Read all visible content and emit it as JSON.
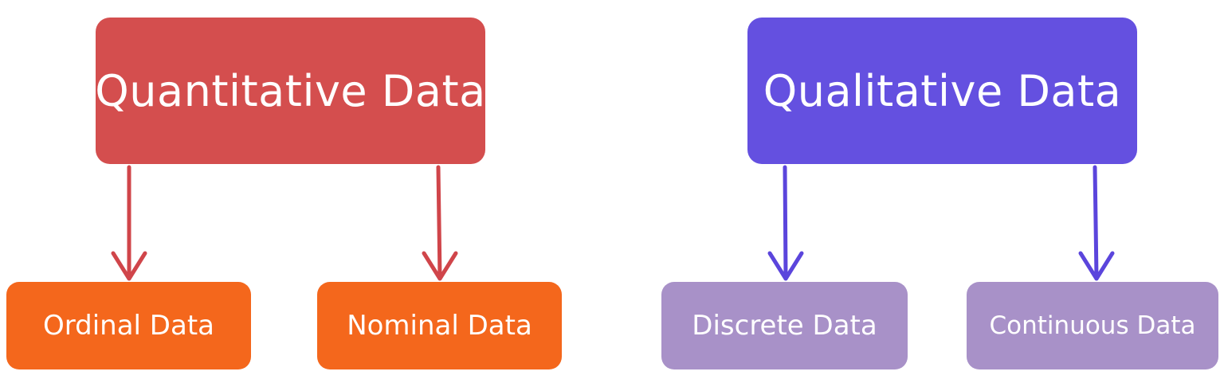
{
  "groups": [
    {
      "title": "Quantitative Data",
      "color": "#d44e4e",
      "arrow_color": "#d0454a",
      "children": [
        {
          "label": "Ordinal Data",
          "color": "#f4671c"
        },
        {
          "label": "Nominal Data",
          "color": "#f4671c"
        }
      ]
    },
    {
      "title": "Qualitative Data",
      "color": "#6450e0",
      "arrow_color": "#5b45dc",
      "children": [
        {
          "label": "Discrete Data",
          "color": "#a891c8"
        },
        {
          "label": "Continuous Data",
          "color": "#a891c8"
        }
      ]
    }
  ]
}
